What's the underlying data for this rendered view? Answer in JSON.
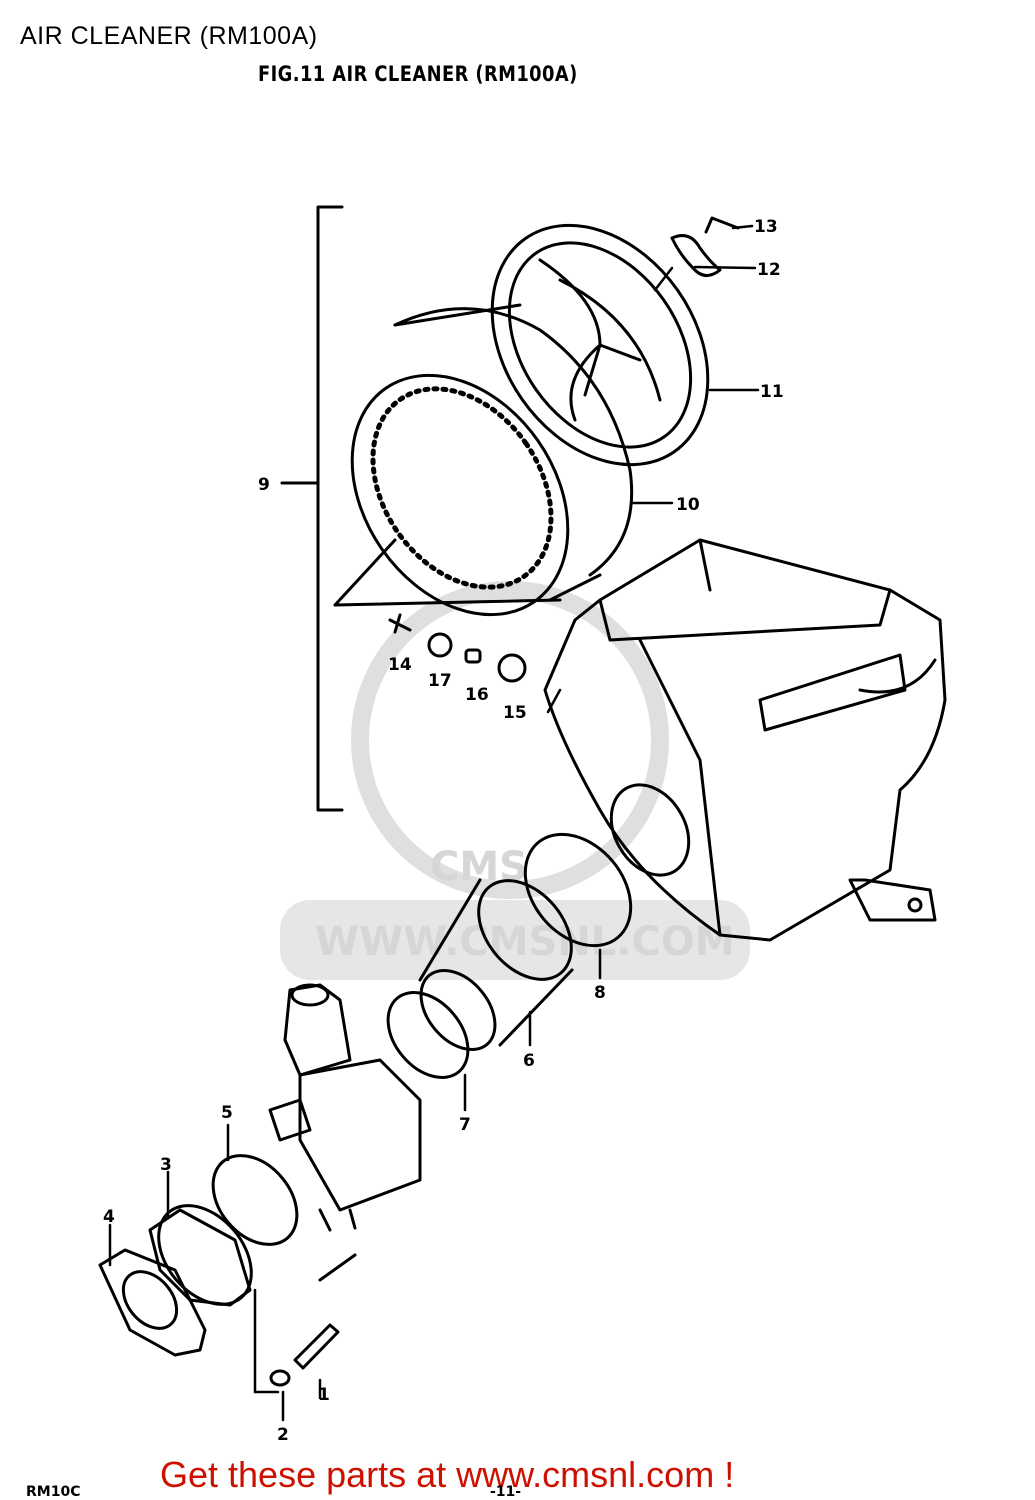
{
  "header": {
    "page_title": "AIR CLEANER (RM100A)",
    "figure_title": "FIG.11  AIR CLEANER (RM100A)"
  },
  "watermark": {
    "text": "WWW.CMSNL.COM",
    "logo_text": "CMS"
  },
  "callouts": [
    "1",
    "2",
    "3",
    "4",
    "5",
    "6",
    "7",
    "8",
    "9",
    "10",
    "11",
    "12",
    "13",
    "14",
    "15",
    "16",
    "17"
  ],
  "footer": {
    "cta": "Get these parts at www.cmsnl.com !",
    "model_code": "RM10C",
    "page_no": "-11-"
  }
}
